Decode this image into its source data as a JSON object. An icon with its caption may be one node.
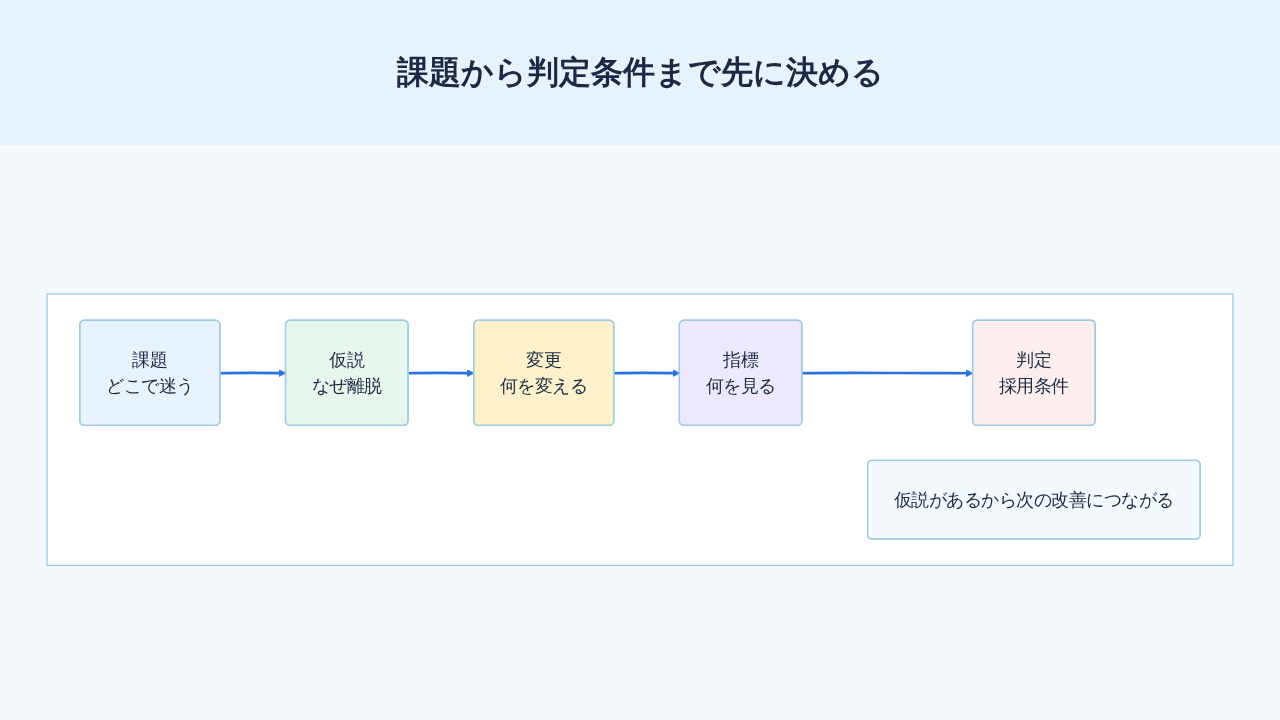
{
  "diagram": {
    "title": "課題から判定条件まで先に決める",
    "nodes": [
      {
        "text": [],
        "shape": "box"
      },
      {
        "text": [
          "課題",
          "どこで迷う"
        ],
        "in": 0
      },
      {
        "text": [
          "仮説",
          "なぜ離脱"
        ],
        "in": 0
      },
      {
        "text": [
          "変更",
          "何を変える"
        ],
        "in": 0
      },
      {
        "text": [
          "指標",
          "何を見る"
        ],
        "in": 0
      },
      {
        "text": [
          "判定",
          "採用条件"
        ],
        "in": 0
      },
      {
        "text": [
          "仮説があるから次の改善につながる"
        ],
        "in": 0
      }
    ],
    "edges": [
      {
        "from": 1,
        "to": 2,
        "arrow": "to"
      },
      {
        "from": 2,
        "to": 3,
        "arrow": "to"
      },
      {
        "from": 3,
        "to": 4,
        "arrow": "to"
      },
      {
        "from": 4,
        "to": 5,
        "arrow": "to"
      }
    ]
  }
}
